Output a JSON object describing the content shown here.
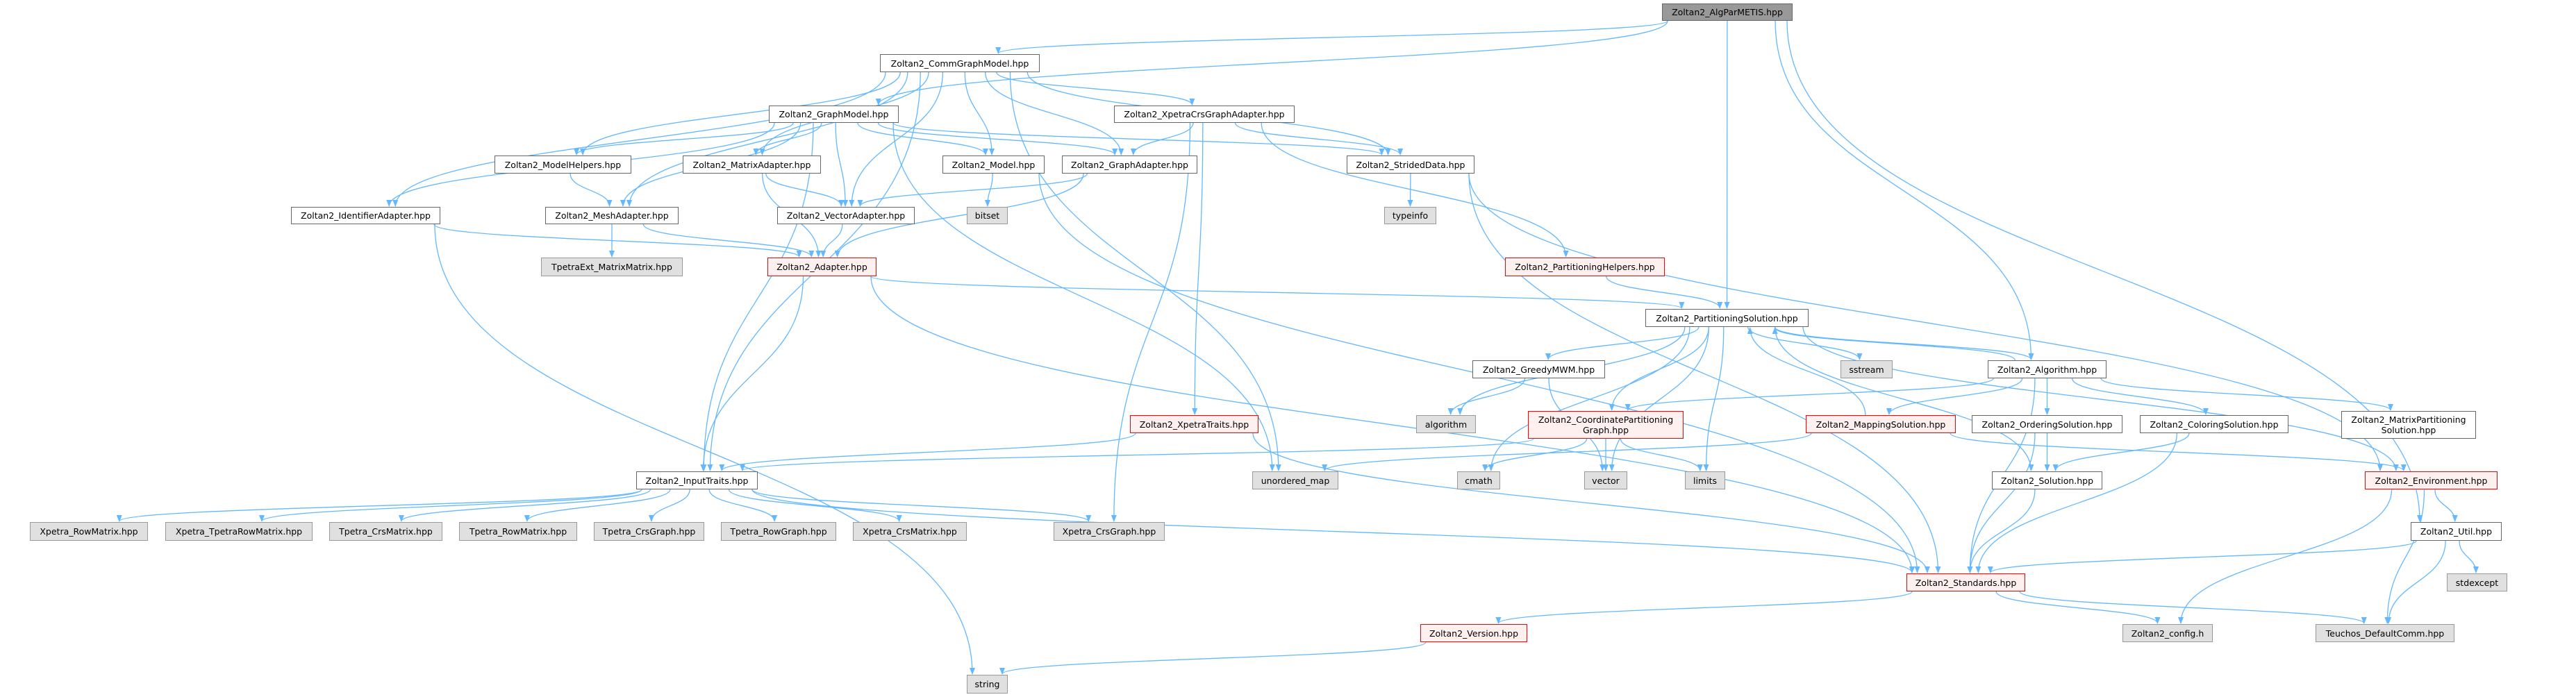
{
  "graph": {
    "title": "Zoltan2_AlgParMETIS.hpp",
    "colors": {
      "edge": "#63b8ff",
      "root_fill": "#999999",
      "external_fill": "#e0e0e0",
      "incomplete_border": "#ff0000"
    },
    "nodes": [
      {
        "id": "root",
        "label": "Zoltan2_AlgParMETIS.hpp",
        "kind": "root"
      },
      {
        "id": "comm",
        "label": "Zoltan2_CommGraphModel.hpp",
        "kind": "file"
      },
      {
        "id": "graphmodel",
        "label": "Zoltan2_GraphModel.hpp",
        "kind": "file"
      },
      {
        "id": "xcga",
        "label": "Zoltan2_XpetraCrsGraphAdapter.hpp",
        "kind": "file"
      },
      {
        "id": "modelhelpers",
        "label": "Zoltan2_ModelHelpers.hpp",
        "kind": "file"
      },
      {
        "id": "matrixadapter",
        "label": "Zoltan2_MatrixAdapter.hpp",
        "kind": "file"
      },
      {
        "id": "model",
        "label": "Zoltan2_Model.hpp",
        "kind": "file"
      },
      {
        "id": "graphadapter",
        "label": "Zoltan2_GraphAdapter.hpp",
        "kind": "file"
      },
      {
        "id": "strided",
        "label": "Zoltan2_StridedData.hpp",
        "kind": "file"
      },
      {
        "id": "identifier",
        "label": "Zoltan2_IdentifierAdapter.hpp",
        "kind": "file"
      },
      {
        "id": "mesh",
        "label": "Zoltan2_MeshAdapter.hpp",
        "kind": "file"
      },
      {
        "id": "vectoradapter",
        "label": "Zoltan2_VectorAdapter.hpp",
        "kind": "file"
      },
      {
        "id": "bitset",
        "label": "bitset",
        "kind": "external"
      },
      {
        "id": "typeinfo",
        "label": "typeinfo",
        "kind": "external"
      },
      {
        "id": "tpetraext",
        "label": "TpetraExt_MatrixMatrix.hpp",
        "kind": "external"
      },
      {
        "id": "adapter",
        "label": "Zoltan2_Adapter.hpp",
        "kind": "incomplete"
      },
      {
        "id": "parthelpers",
        "label": "Zoltan2_PartitioningHelpers.hpp",
        "kind": "incomplete"
      },
      {
        "id": "partsol",
        "label": "Zoltan2_PartitioningSolution.hpp",
        "kind": "file"
      },
      {
        "id": "greedy",
        "label": "Zoltan2_GreedyMWM.hpp",
        "kind": "file"
      },
      {
        "id": "sstream",
        "label": "sstream",
        "kind": "external"
      },
      {
        "id": "algo",
        "label": "Zoltan2_Algorithm.hpp",
        "kind": "file"
      },
      {
        "id": "xtraits",
        "label": "Zoltan2_XpetraTraits.hpp",
        "kind": "incomplete"
      },
      {
        "id": "stdalgorithm",
        "label": "algorithm",
        "kind": "external"
      },
      {
        "id": "coordpg",
        "label": "Zoltan2_CoordinatePartitioning\nGraph.hpp",
        "kind": "incomplete"
      },
      {
        "id": "mapping",
        "label": "Zoltan2_MappingSolution.hpp",
        "kind": "incomplete"
      },
      {
        "id": "ordering",
        "label": "Zoltan2_OrderingSolution.hpp",
        "kind": "file"
      },
      {
        "id": "coloring",
        "label": "Zoltan2_ColoringSolution.hpp",
        "kind": "file"
      },
      {
        "id": "matrixpart",
        "label": "Zoltan2_MatrixPartitioning\nSolution.hpp",
        "kind": "file"
      },
      {
        "id": "inputtraits",
        "label": "Zoltan2_InputTraits.hpp",
        "kind": "file"
      },
      {
        "id": "umap",
        "label": "unordered_map",
        "kind": "external"
      },
      {
        "id": "cmath",
        "label": "cmath",
        "kind": "external"
      },
      {
        "id": "vector",
        "label": "vector",
        "kind": "external"
      },
      {
        "id": "limits",
        "label": "limits",
        "kind": "external"
      },
      {
        "id": "solution",
        "label": "Zoltan2_Solution.hpp",
        "kind": "file"
      },
      {
        "id": "environment",
        "label": "Zoltan2_Environment.hpp",
        "kind": "incomplete"
      },
      {
        "id": "xrowmatrix",
        "label": "Xpetra_RowMatrix.hpp",
        "kind": "external"
      },
      {
        "id": "xtpetrarow",
        "label": "Xpetra_TpetraRowMatrix.hpp",
        "kind": "external"
      },
      {
        "id": "tcrsmatrix",
        "label": "Tpetra_CrsMatrix.hpp",
        "kind": "external"
      },
      {
        "id": "trowmatrix",
        "label": "Tpetra_RowMatrix.hpp",
        "kind": "external"
      },
      {
        "id": "tcrsgraph",
        "label": "Tpetra_CrsGraph.hpp",
        "kind": "external"
      },
      {
        "id": "trowgraph",
        "label": "Tpetra_RowGraph.hpp",
        "kind": "external"
      },
      {
        "id": "xcrsmatrix",
        "label": "Xpetra_CrsMatrix.hpp",
        "kind": "external"
      },
      {
        "id": "xcrsgraph",
        "label": "Xpetra_CrsGraph.hpp",
        "kind": "external"
      },
      {
        "id": "util",
        "label": "Zoltan2_Util.hpp",
        "kind": "file"
      },
      {
        "id": "standards",
        "label": "Zoltan2_Standards.hpp",
        "kind": "incomplete"
      },
      {
        "id": "stdexcept",
        "label": "stdexcept",
        "kind": "external"
      },
      {
        "id": "version",
        "label": "Zoltan2_Version.hpp",
        "kind": "incomplete"
      },
      {
        "id": "config",
        "label": "Zoltan2_config.h",
        "kind": "external"
      },
      {
        "id": "teuchos",
        "label": "Teuchos_DefaultComm.hpp",
        "kind": "external"
      },
      {
        "id": "string",
        "label": "string",
        "kind": "external"
      }
    ],
    "edges": [
      [
        "root",
        "comm"
      ],
      [
        "root",
        "graphmodel"
      ],
      [
        "root",
        "partsol"
      ],
      [
        "root",
        "algo"
      ],
      [
        "root",
        "util"
      ],
      [
        "comm",
        "identifier"
      ],
      [
        "comm",
        "mesh"
      ],
      [
        "comm",
        "modelhelpers"
      ],
      [
        "comm",
        "matrixadapter"
      ],
      [
        "comm",
        "inputtraits"
      ],
      [
        "comm",
        "vectoradapter"
      ],
      [
        "comm",
        "model"
      ],
      [
        "comm",
        "graphadapter"
      ],
      [
        "comm",
        "xcga"
      ],
      [
        "comm",
        "strided"
      ],
      [
        "comm",
        "umap"
      ],
      [
        "graphmodel",
        "identifier"
      ],
      [
        "graphmodel",
        "modelhelpers"
      ],
      [
        "graphmodel",
        "mesh"
      ],
      [
        "graphmodel",
        "matrixadapter"
      ],
      [
        "graphmodel",
        "vectoradapter"
      ],
      [
        "graphmodel",
        "model"
      ],
      [
        "graphmodel",
        "graphadapter"
      ],
      [
        "graphmodel",
        "strided"
      ],
      [
        "graphmodel",
        "umap"
      ],
      [
        "graphmodel",
        "inputtraits"
      ],
      [
        "xcga",
        "graphadapter"
      ],
      [
        "xcga",
        "strided"
      ],
      [
        "xcga",
        "xtraits"
      ],
      [
        "xcga",
        "xcrsgraph"
      ],
      [
        "xcga",
        "parthelpers"
      ],
      [
        "modelhelpers",
        "mesh"
      ],
      [
        "matrixadapter",
        "vectoradapter"
      ],
      [
        "matrixadapter",
        "adapter"
      ],
      [
        "mesh",
        "tpetraext"
      ],
      [
        "mesh",
        "adapter"
      ],
      [
        "identifier",
        "adapter"
      ],
      [
        "identifier",
        "string"
      ],
      [
        "vectoradapter",
        "adapter"
      ],
      [
        "graphadapter",
        "vectoradapter"
      ],
      [
        "graphadapter",
        "adapter"
      ],
      [
        "model",
        "bitset"
      ],
      [
        "model",
        "standards"
      ],
      [
        "strided",
        "typeinfo"
      ],
      [
        "strided",
        "standards"
      ],
      [
        "strided",
        "environment"
      ],
      [
        "adapter",
        "inputtraits"
      ],
      [
        "adapter",
        "partsol"
      ],
      [
        "adapter",
        "standards"
      ],
      [
        "xtraits",
        "inputtraits"
      ],
      [
        "xtraits",
        "standards"
      ],
      [
        "parthelpers",
        "partsol"
      ],
      [
        "inputtraits",
        "xrowmatrix"
      ],
      [
        "inputtraits",
        "xtpetrarow"
      ],
      [
        "inputtraits",
        "tcrsmatrix"
      ],
      [
        "inputtraits",
        "trowmatrix"
      ],
      [
        "inputtraits",
        "tcrsgraph"
      ],
      [
        "inputtraits",
        "trowgraph"
      ],
      [
        "inputtraits",
        "xcrsmatrix"
      ],
      [
        "inputtraits",
        "xcrsgraph"
      ],
      [
        "inputtraits",
        "standards"
      ],
      [
        "partsol",
        "greedy"
      ],
      [
        "partsol",
        "stdalgorithm"
      ],
      [
        "partsol",
        "cmath"
      ],
      [
        "partsol",
        "vector"
      ],
      [
        "partsol",
        "limits"
      ],
      [
        "partsol",
        "sstream"
      ],
      [
        "partsol",
        "coordpg"
      ],
      [
        "partsol",
        "algo"
      ],
      [
        "partsol",
        "solution"
      ],
      [
        "partsol",
        "environment"
      ],
      [
        "algo",
        "partsol"
      ],
      [
        "algo",
        "coordpg"
      ],
      [
        "algo",
        "mapping"
      ],
      [
        "algo",
        "ordering"
      ],
      [
        "algo",
        "coloring"
      ],
      [
        "algo",
        "matrixpart"
      ],
      [
        "algo",
        "standards"
      ],
      [
        "mapping",
        "partsol"
      ],
      [
        "mapping",
        "environment"
      ],
      [
        "mapping",
        "umap"
      ],
      [
        "greedy",
        "stdalgorithm"
      ],
      [
        "greedy",
        "vector"
      ],
      [
        "coordpg",
        "inputtraits"
      ],
      [
        "coordpg",
        "cmath"
      ],
      [
        "coordpg",
        "vector"
      ],
      [
        "coordpg",
        "limits"
      ],
      [
        "ordering",
        "solution"
      ],
      [
        "ordering",
        "standards"
      ],
      [
        "coloring",
        "solution"
      ],
      [
        "coloring",
        "standards"
      ],
      [
        "solution",
        "standards"
      ],
      [
        "environment",
        "util"
      ],
      [
        "environment",
        "config"
      ],
      [
        "environment",
        "teuchos"
      ],
      [
        "util",
        "standards"
      ],
      [
        "util",
        "stdexcept"
      ],
      [
        "util",
        "teuchos"
      ],
      [
        "standards",
        "version"
      ],
      [
        "standards",
        "config"
      ],
      [
        "standards",
        "teuchos"
      ],
      [
        "version",
        "string"
      ]
    ]
  }
}
